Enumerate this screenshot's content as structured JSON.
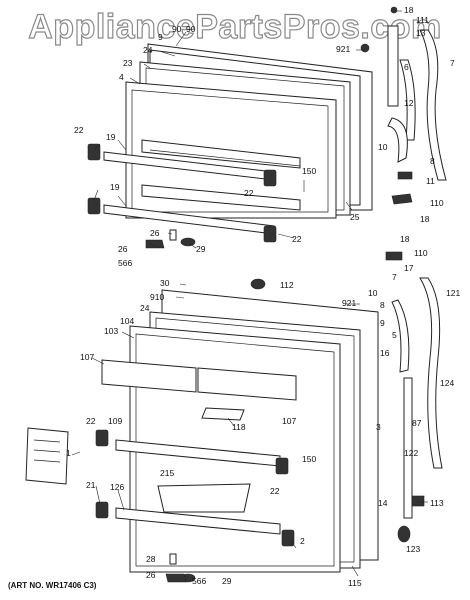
{
  "watermark": "AppliancePartsPros.com",
  "art_no": "(ART NO. WR17406 C3)",
  "labels": [
    "18",
    "90",
    "111",
    "13",
    "90",
    "921",
    "24",
    "23",
    "9",
    "4",
    "7",
    "6",
    "12",
    "10",
    "8",
    "11",
    "110",
    "18",
    "22",
    "19",
    "150",
    "22",
    "25",
    "19",
    "22",
    "26",
    "26",
    "566",
    "29",
    "18",
    "110",
    "17",
    "7",
    "30",
    "112",
    "910",
    "24",
    "104",
    "921",
    "10",
    "121",
    "8",
    "9",
    "103",
    "5",
    "107",
    "16",
    "124",
    "118",
    "107",
    "87",
    "22",
    "109",
    "3",
    "150",
    "122",
    "215",
    "1",
    "22",
    "14",
    "21",
    "126",
    "113",
    "2",
    "28",
    "26",
    "566",
    "29",
    "115",
    "123"
  ]
}
